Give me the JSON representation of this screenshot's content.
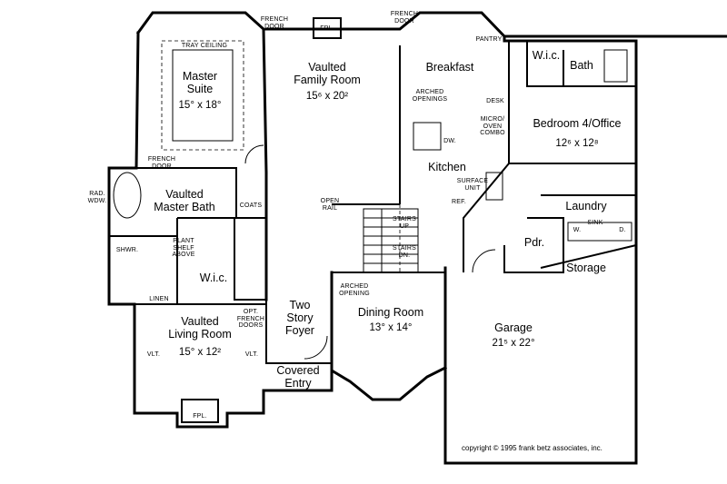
{
  "rooms": {
    "master_suite": {
      "name": "Master\nSuite",
      "dim": "15° x 18°"
    },
    "family_room": {
      "name": "Vaulted\nFamily Room",
      "dim": "15⁶ x 20²"
    },
    "breakfast": {
      "name": "Breakfast"
    },
    "kitchen": {
      "name": "Kitchen"
    },
    "bedroom4": {
      "name": "Bedroom 4/Office",
      "dim": "12⁶ x 12⁸"
    },
    "wic_top": {
      "name": "W.i.c."
    },
    "bath": {
      "name": "Bath"
    },
    "laundry": {
      "name": "Laundry"
    },
    "pdr": {
      "name": "Pdr."
    },
    "storage": {
      "name": "Storage"
    },
    "garage": {
      "name": "Garage",
      "dim": "21⁵ x 22°"
    },
    "dining_room": {
      "name": "Dining Room",
      "dim": "13° x 14°"
    },
    "master_bath": {
      "name": "Vaulted\nMaster Bath"
    },
    "wic_master": {
      "name": "W.i.c."
    },
    "foyer": {
      "name": "Two\nStory\nFoyer"
    },
    "entry": {
      "name": "Covered\nEntry"
    },
    "living_room": {
      "name": "Vaulted\nLiving Room",
      "dim": "15° x 12²"
    }
  },
  "notes": {
    "tray_ceiling": "TRAY CEILING",
    "french_door_top_left": "FRENCH\nDOOR",
    "french_door_top_mid": "FRENCH\nDOOR",
    "french_door_bath": "FRENCH\nDOOR",
    "fpl_top": "FPL.",
    "fpl_bottom": "FPL.",
    "pantry": "PANTRY",
    "desk": "DESK",
    "arched_openings": "ARCHED\nOPENINGS",
    "micro_oven": "MICRO/\nOVEN\nCOMBO",
    "dw": "DW.",
    "surface_unit": "SURFACE\nUNIT",
    "ref": "REF.",
    "sink": "SINK",
    "laundry_w": "W.",
    "laundry_d": "D.",
    "rad_wdw": "RAD.\nWDW.",
    "coats": "COATS",
    "open_rail": "OPEN\nRAIL",
    "stairs_up": "STAIRS\nUP",
    "stairs_dn": "STAIRS\nDN.",
    "shwr": "SHWR.",
    "plant_shelf": "PLANT\nSHELF\nABOVE",
    "linen": "LINEN",
    "arched_opening": "ARCHED\nOPENING",
    "opt_french_doors": "OPT.\nFRENCH\nDOORS",
    "vlt_left": "VLT.",
    "vlt_right": "VLT."
  },
  "copyright": "copyright © 1995 frank betz associates, inc."
}
